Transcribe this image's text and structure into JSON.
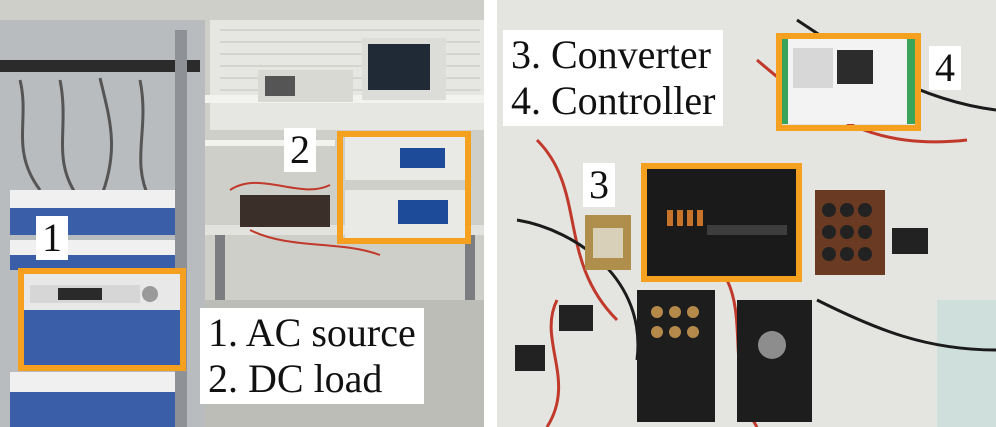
{
  "left_panel": {
    "markers": [
      "1",
      "2"
    ],
    "legend": [
      "1. AC source",
      "2. DC load"
    ]
  },
  "right_panel": {
    "markers": [
      "3",
      "4"
    ],
    "legend": [
      "3. Converter",
      "4. Controller"
    ]
  },
  "colors": {
    "highlight": "#f5a11f",
    "label_background": "#ffffff",
    "label_text": "#111111"
  }
}
